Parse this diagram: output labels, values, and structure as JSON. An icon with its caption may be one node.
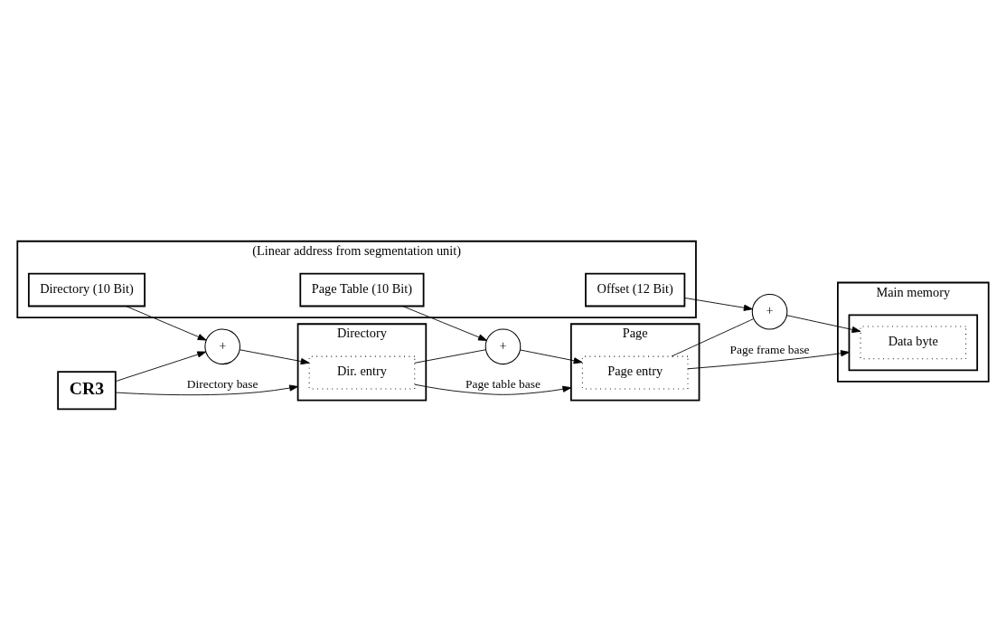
{
  "diagram": {
    "nodes": [
      {
        "text": [
          "(Linear address from segmentation unit)"
        ]
      },
      {
        "text": [
          "Directory (10 Bit)"
        ],
        "in": 0
      },
      {
        "text": [
          "Page Table (10 Bit)"
        ],
        "in": 0
      },
      {
        "text": [
          "Offset (12 Bit)"
        ],
        "in": 0
      },
      {
        "text": [
          "+"
        ]
      },
      {
        "text": [
          "Directory"
        ]
      },
      {
        "text": [
          "Dir. entry"
        ],
        "in": 5
      },
      {
        "text": [
          "+"
        ]
      },
      {
        "text": [
          "Page"
        ]
      },
      {
        "text": [
          "Page entry"
        ],
        "in": 8
      },
      {
        "text": [
          "+"
        ]
      },
      {
        "text": [
          "Main memory"
        ]
      },
      {
        "text": [],
        "shape": "box",
        "in": 11
      },
      {
        "text": [
          "Data byte"
        ],
        "in": 12
      },
      {
        "text": [
          "CR3"
        ]
      }
    ],
    "edges": [
      {
        "from": 1,
        "to": 4,
        "arrow": "to"
      },
      {
        "from": 14,
        "to": 4,
        "arrow": "to"
      },
      {
        "from": 14,
        "to": 5,
        "arrow": "to",
        "label": "Directory base"
      },
      {
        "from": 4,
        "to": 6,
        "arrow": "to"
      },
      {
        "from": 6,
        "to": 7,
        "arrow": "none"
      },
      {
        "from": 6,
        "to": 8,
        "arrow": "to",
        "label": "Page table base"
      },
      {
        "from": 2,
        "to": 7,
        "arrow": "to"
      },
      {
        "from": 7,
        "to": 9,
        "arrow": "to"
      },
      {
        "from": 9,
        "to": 10,
        "arrow": "none"
      },
      {
        "from": 9,
        "to": 12,
        "arrow": "to",
        "label": "Page frame base"
      },
      {
        "from": 3,
        "to": 10,
        "arrow": "to"
      },
      {
        "from": 10,
        "to": 13,
        "arrow": "to"
      }
    ]
  }
}
